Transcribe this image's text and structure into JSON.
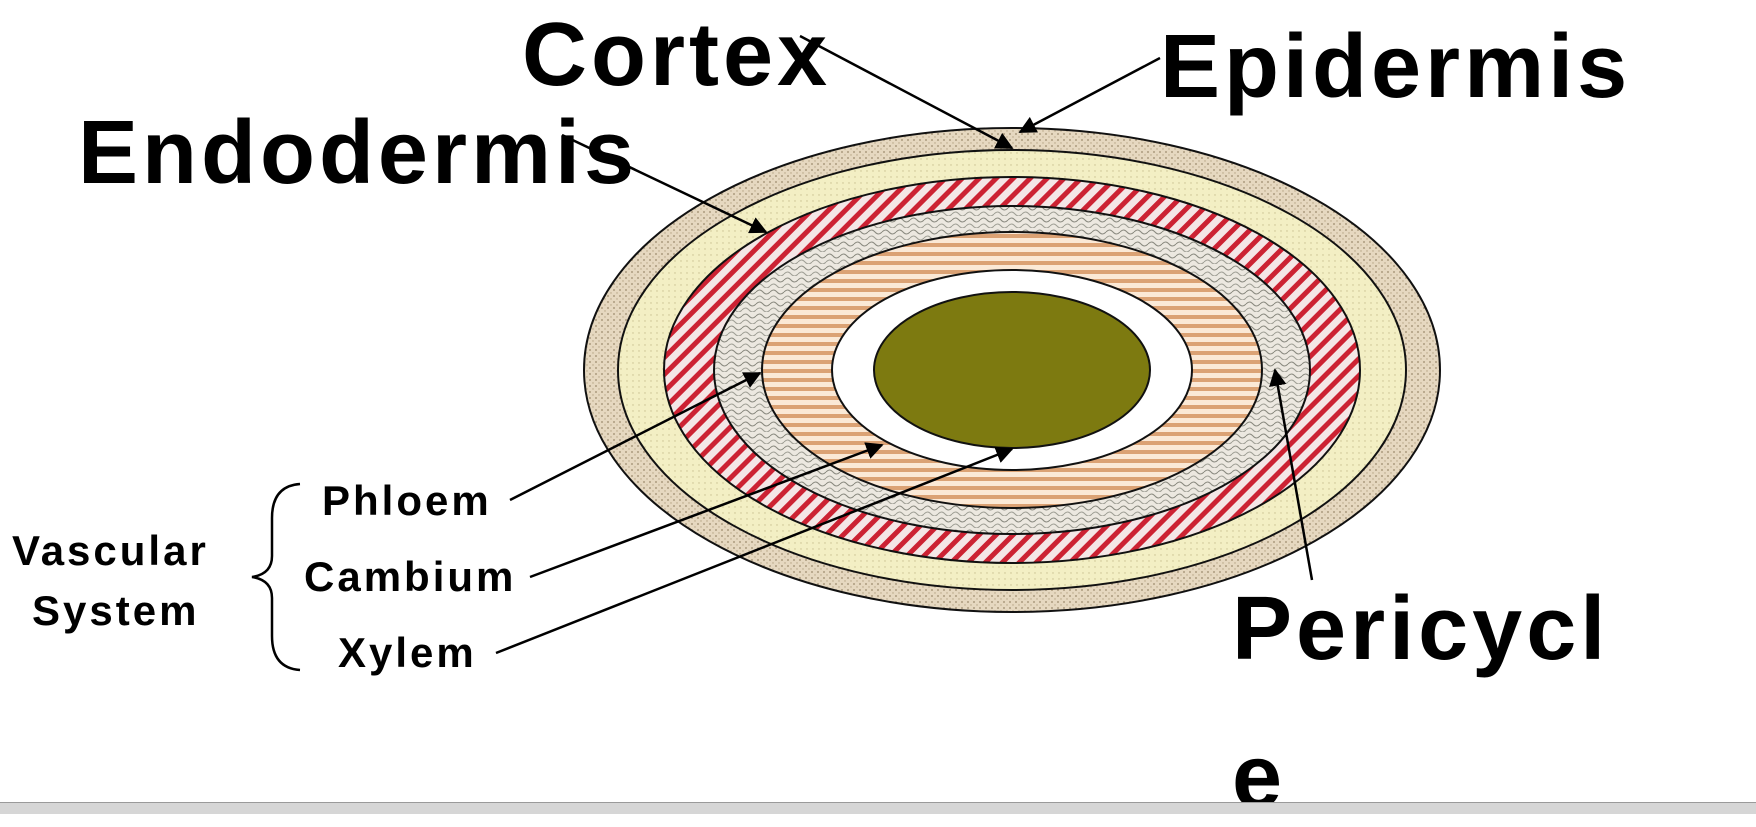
{
  "labels": {
    "cortex": "Cortex",
    "epidermis": "Epidermis",
    "endodermis": "Endodermis",
    "pericycle_line1": "Pericycl",
    "pericycle_line2": "e",
    "phloem": "Phloem",
    "cambium": "Cambium",
    "xylem": "Xylem",
    "vascular_line1": "Vascular",
    "vascular_line2": "System"
  },
  "colors": {
    "epidermis": "#e6d8c0",
    "cortex": "#f2eec2",
    "endodermis_stripe": "#cc2233",
    "pericycle": "#ece8e0",
    "phloem_stripe": "#d9a070",
    "cambium": "#ffffff",
    "xylem": "#7d7a10",
    "outline": "#111111"
  }
}
